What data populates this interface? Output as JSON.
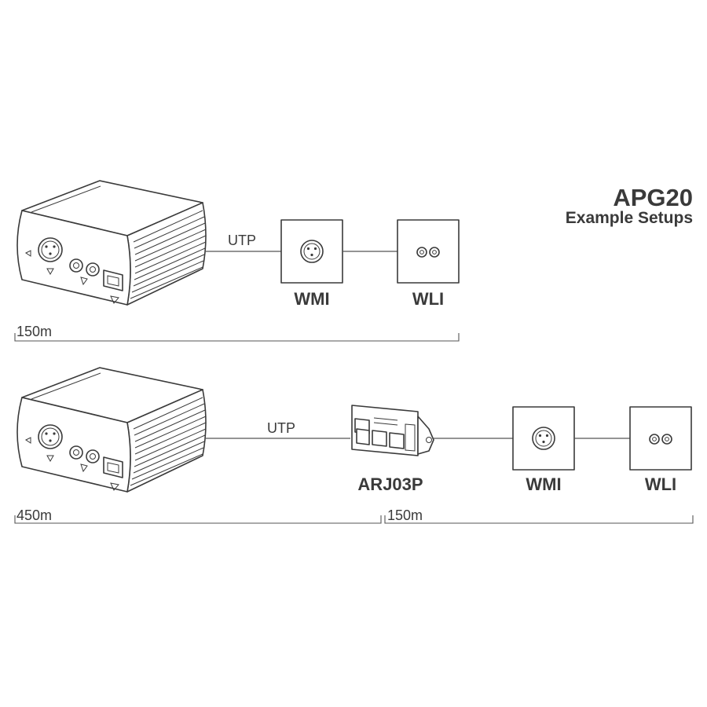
{
  "title": {
    "product": "APG20",
    "subtitle": "Example Setups"
  },
  "setups": [
    {
      "cable_label": "UTP",
      "devices": [
        "WMI",
        "WLI"
      ],
      "distances": [
        "150m"
      ]
    },
    {
      "cable_label": "UTP",
      "devices": [
        "ARJ03P",
        "WMI",
        "WLI"
      ],
      "distances": [
        "450m",
        "150m"
      ]
    }
  ],
  "colors": {
    "line": "#3a3a3a",
    "background": "#ffffff"
  }
}
